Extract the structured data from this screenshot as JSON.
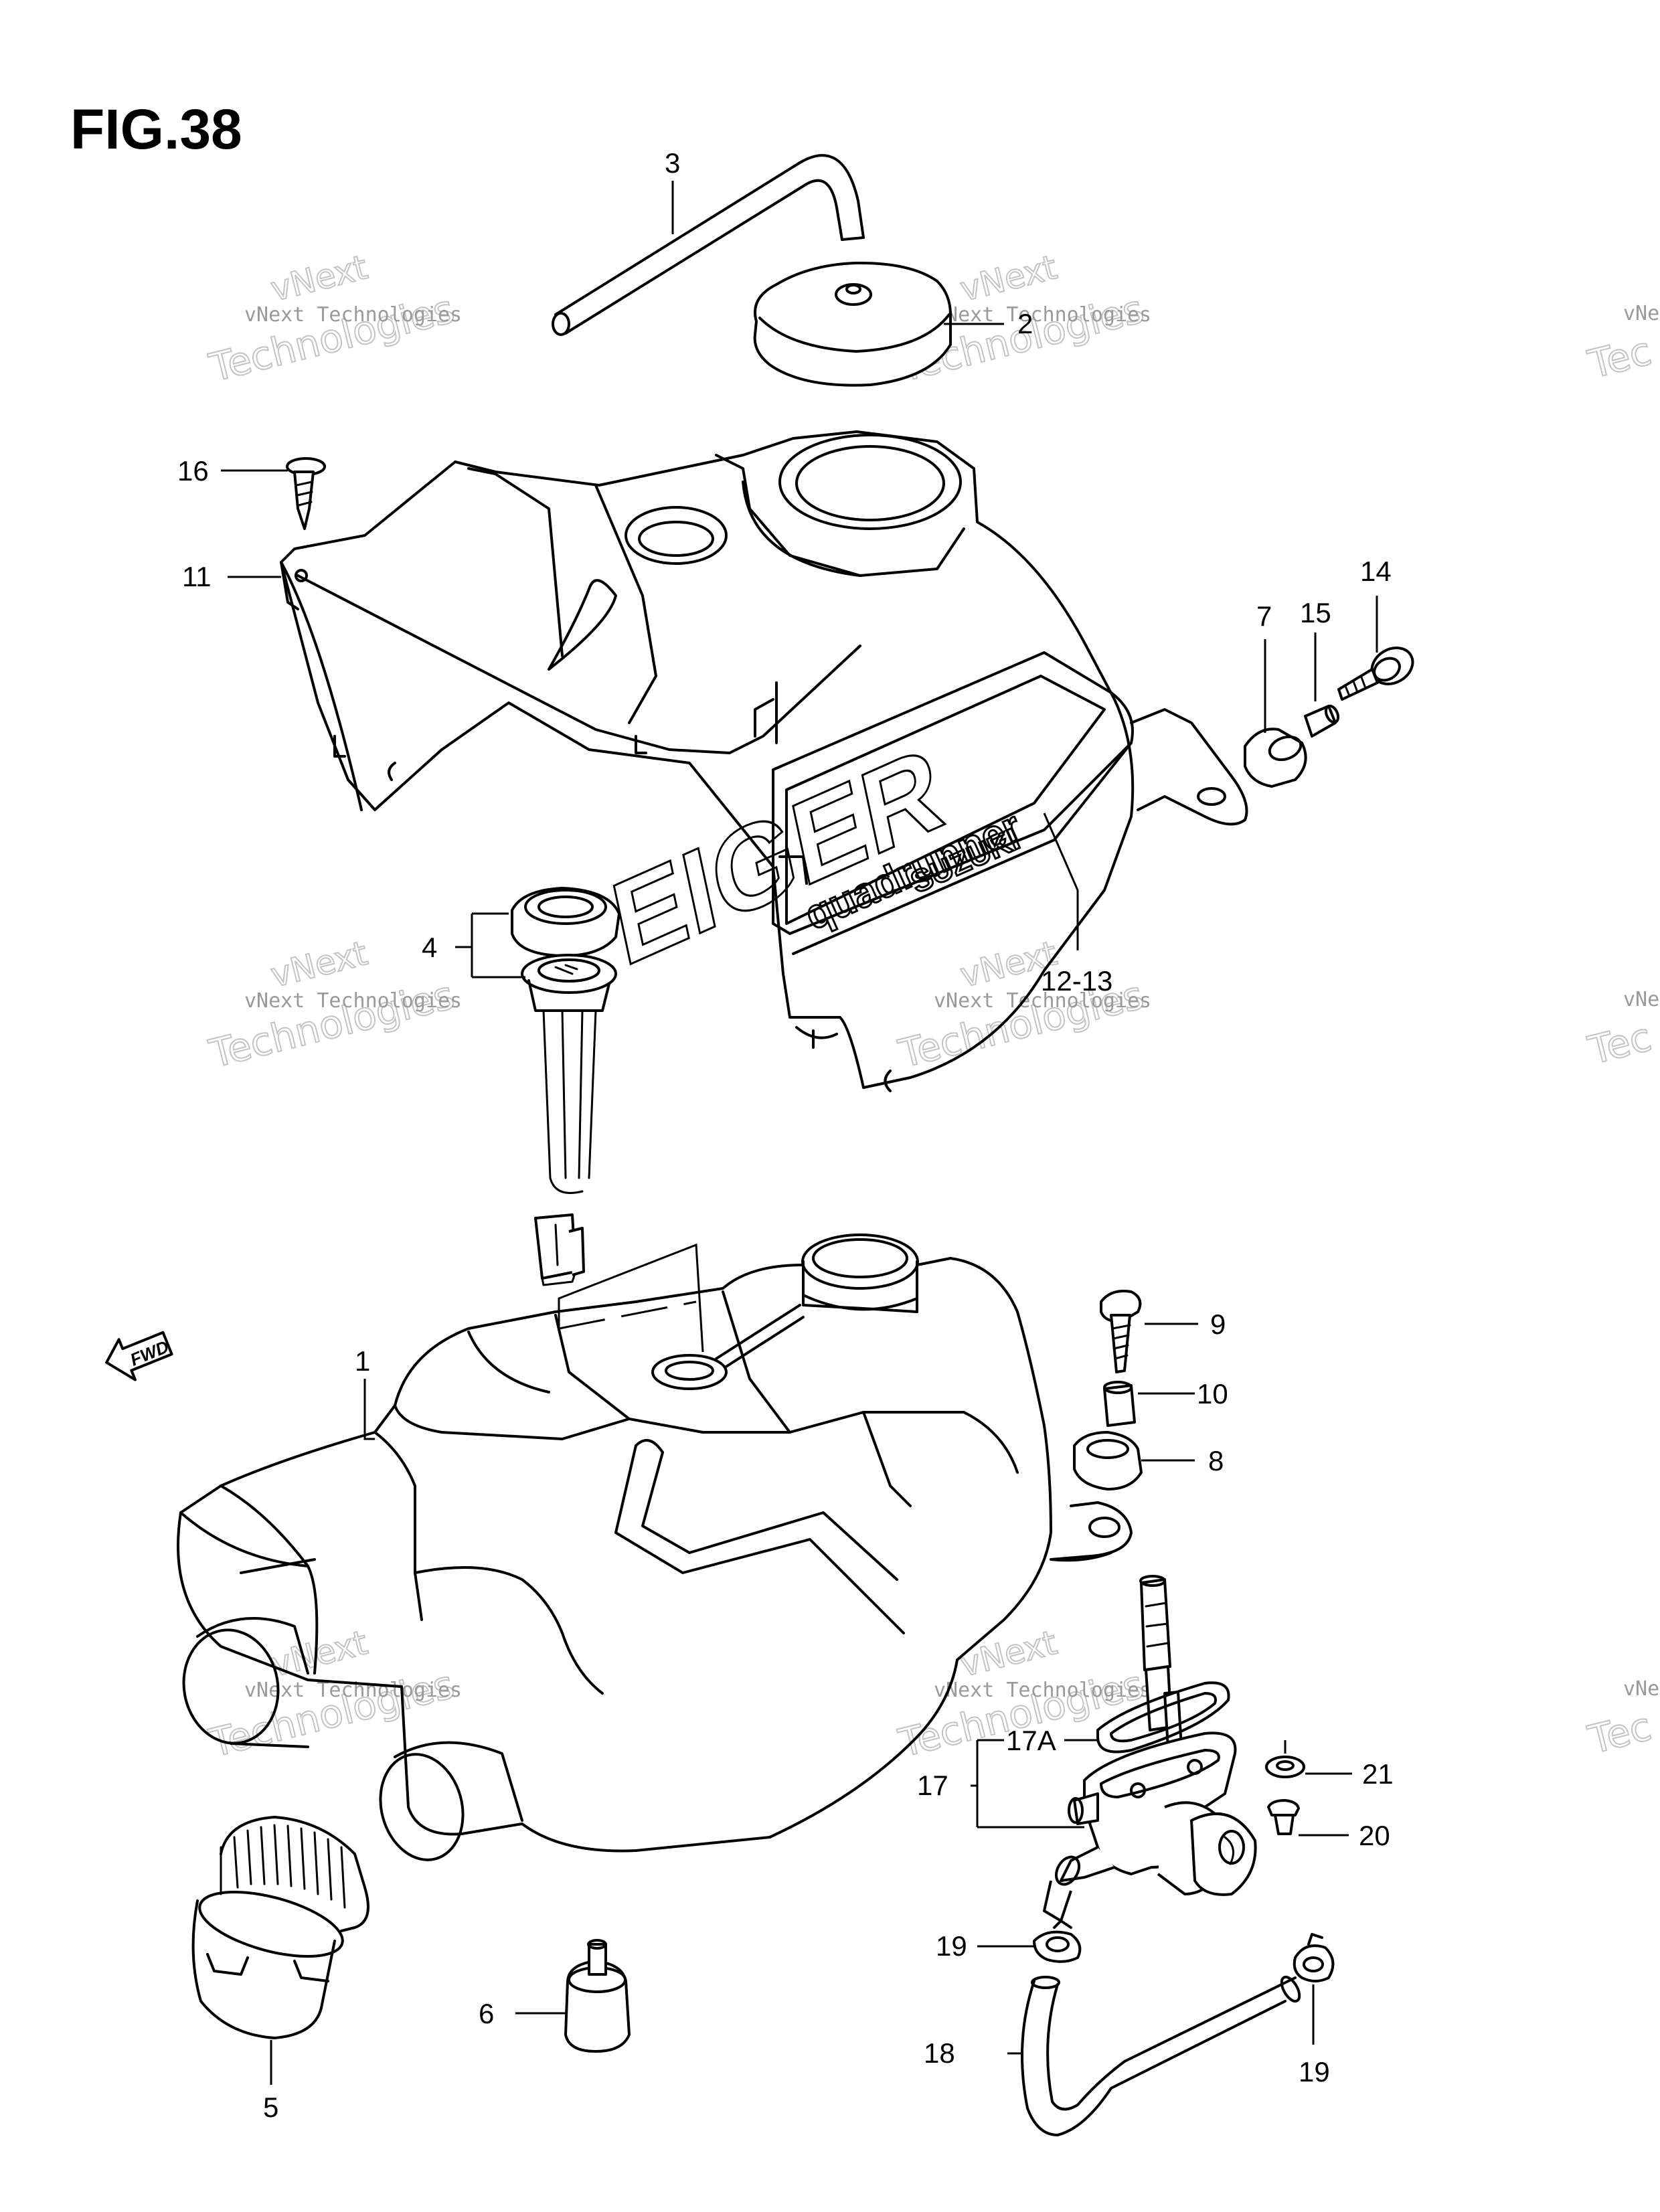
{
  "figure": {
    "title": "FIG.38"
  },
  "callouts": {
    "c1": "1",
    "c2": "2",
    "c3": "3",
    "c4": "4",
    "c5": "5",
    "c6": "6",
    "c7": "7",
    "c8": "8",
    "c9": "9",
    "c10": "10",
    "c11": "11",
    "c12_13": "12-13",
    "c14": "14",
    "c15": "15",
    "c16": "16",
    "c17": "17",
    "c17a": "17A",
    "c18": "18",
    "c19a": "19",
    "c19b": "19",
    "c20": "20",
    "c21": "21"
  },
  "arrow": {
    "fwd": "FWD"
  },
  "logo": {
    "main": "EIGER",
    "sub": "quadrunner",
    "brand": "SUZUKI"
  },
  "watermark": {
    "small": "vNext Technologies",
    "big_a": "vNext",
    "big_b": "Technologies",
    "edge_small": "vNe",
    "edge_big": "Tec"
  }
}
